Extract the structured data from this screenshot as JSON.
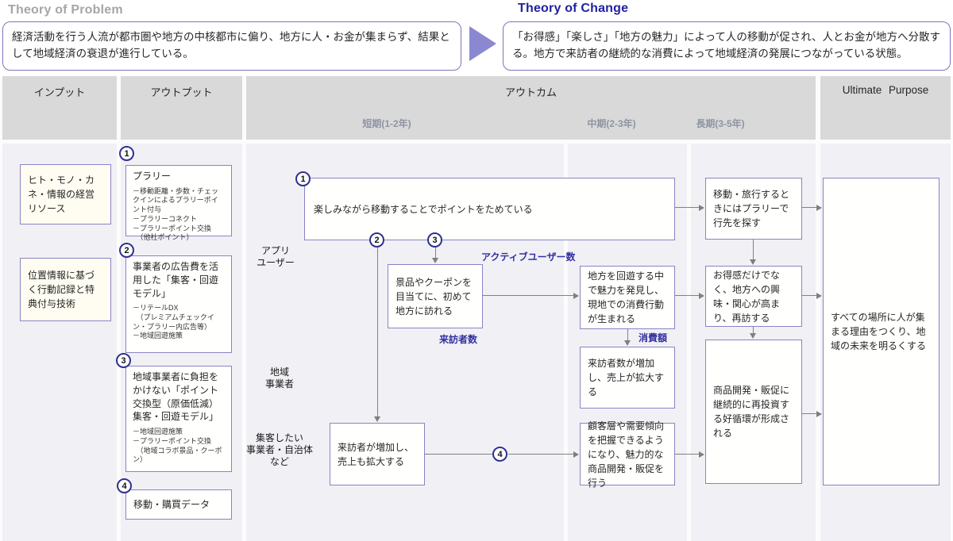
{
  "theory_problem": {
    "title": "Theory of Problem",
    "text": "経済活動を行う人流が都市圏や地方の中核都市に偏り、地方に人・お金が集まらず、結果として地域経済の衰退が進行している。"
  },
  "theory_change": {
    "title": "Theory of Change",
    "text": "「お得感」「楽しさ」「地方の魅力」によって人の移動が促され、人とお金が地方へ分散する。地方で来訪者の継続的な消費によって地域経済の発展につながっている状態。"
  },
  "columns": {
    "input": "インプット",
    "output": "アウトプット",
    "outcome": "アウトカム",
    "ultimate": "Ultimate Purpose",
    "periods": [
      "短期(1-2年)",
      "中期(2-3年)",
      "長期(3-5年)"
    ]
  },
  "inputs": [
    {
      "text": "ヒト・モノ・カネ・情報の経営リソース"
    },
    {
      "text": "位置情報に基づく行動記録と特典付与技術"
    }
  ],
  "outputs": [
    {
      "num": "1",
      "title": "プラリー",
      "details": "－移動距離・歩数・チェックインによるプラリーポイント付与\n－プラリーコネクト\n－プラリーポイント交換\n　（他社ポイント）"
    },
    {
      "num": "2",
      "title": "事業者の広告費を活用した「集客・回遊モデル」",
      "details": "－リテールDX\n　（プレミアムチェックイン・プラリー内広告等）\n－地域回遊施策"
    },
    {
      "num": "3",
      "title": "地域事業者に負担をかけない「ポイント交換型（原価低減）集客・回遊モデル」",
      "details": "－地域回遊施策\n－プラリーポイント交換\n　（地域コラボ景品・クーポン）"
    },
    {
      "num": "4",
      "title": "移動・購買データ",
      "details": ""
    }
  ],
  "actors": [
    {
      "label": "アプリ\nユーザー"
    },
    {
      "label": "地域\n事業者"
    },
    {
      "label": "集客したい\n事業者・自治体\nなど"
    }
  ],
  "flow_badges": [
    "1",
    "2",
    "3",
    "4"
  ],
  "outcomes": {
    "oc1": "楽しみながら移動することでポイントをためている",
    "oc2": "景品やクーポンを目当てに、初めて地方に訪れる",
    "oc3": "地方を回遊する中で魅力を発見し、現地での消費行動が生まれる",
    "oc4": "来訪者数が増加し、売上が拡大する",
    "oc5": "移動・旅行するときにはプラリーで行先を探す",
    "oc6": "お得感だけでなく、地方への興味・関心が高まり、再訪する",
    "oc7": "商品開発・販促に継続的に再投資する好循環が形成される",
    "oc8": "来訪者が増加し、売上も拡大する",
    "oc9": "顧客層や需要傾向を把握できるようになり、魅力的な商品開発・販促を行う"
  },
  "metrics": [
    "アクティブユーザー数",
    "来訪者数",
    "消費額"
  ],
  "ultimate": {
    "text": "すべての場所に人が集まる理由をつくり、地域の未来を明るくする"
  },
  "colors": {
    "box_border_purple": "#8984c4",
    "badge_navy": "#2e3192",
    "metric_blue": "#32319f",
    "header_gray": "#d9d9d9",
    "body_lavender": "#f1f0f5",
    "line_gray": "#808080",
    "problem_title_gray": "#a6a6a6",
    "change_title_navy": "#2121a3",
    "arrow_purple": "#8b88d1"
  }
}
